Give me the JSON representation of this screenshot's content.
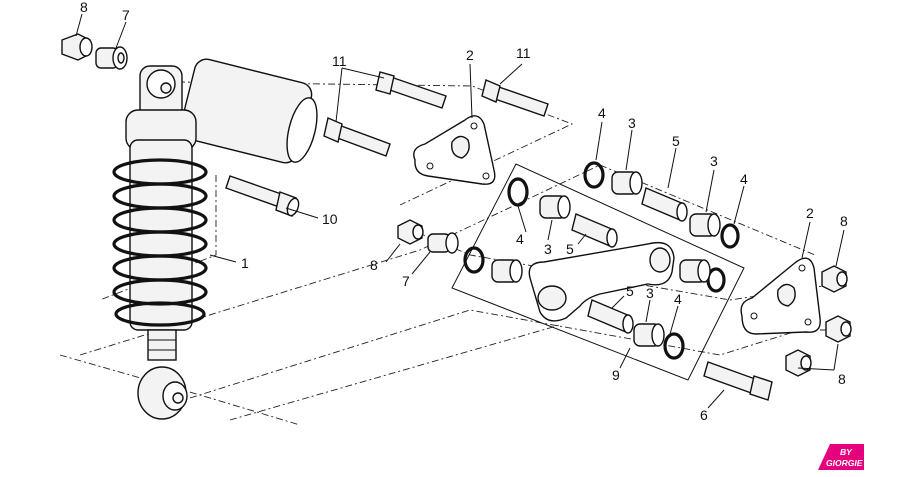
{
  "labels": [
    {
      "id": "shock-absorber",
      "text": "1"
    },
    {
      "id": "plate-top",
      "text": "2"
    },
    {
      "id": "plate-right",
      "text": "2"
    },
    {
      "id": "bushing-a",
      "text": "3"
    },
    {
      "id": "bushing-b",
      "text": "3"
    },
    {
      "id": "bushing-c",
      "text": "3"
    },
    {
      "id": "bushing-d",
      "text": "3"
    },
    {
      "id": "bushing-e",
      "text": "3"
    },
    {
      "id": "ring-a",
      "text": "4"
    },
    {
      "id": "ring-b",
      "text": "4"
    },
    {
      "id": "ring-c",
      "text": "4"
    },
    {
      "id": "ring-d",
      "text": "4"
    },
    {
      "id": "spacer-a",
      "text": "5"
    },
    {
      "id": "spacer-b",
      "text": "5"
    },
    {
      "id": "spacer-c",
      "text": "5"
    },
    {
      "id": "bolt-6",
      "text": "6"
    },
    {
      "id": "bush-7-top",
      "text": "7"
    },
    {
      "id": "bush-7-mid",
      "text": "7"
    },
    {
      "id": "nut-8-top",
      "text": "8"
    },
    {
      "id": "nut-8-mid",
      "text": "8"
    },
    {
      "id": "nut-8-right",
      "text": "8"
    },
    {
      "id": "nut-8-bottom",
      "text": "8"
    },
    {
      "id": "linkage-group",
      "text": "9"
    },
    {
      "id": "pin-10",
      "text": "10"
    },
    {
      "id": "bolt-11-left",
      "text": "11"
    },
    {
      "id": "bolt-11-right",
      "text": "11"
    }
  ],
  "logo": {
    "line1": "BY",
    "line2": "GIORGIE"
  },
  "colors": {
    "logo": "#e6007e",
    "ink": "#111111"
  }
}
